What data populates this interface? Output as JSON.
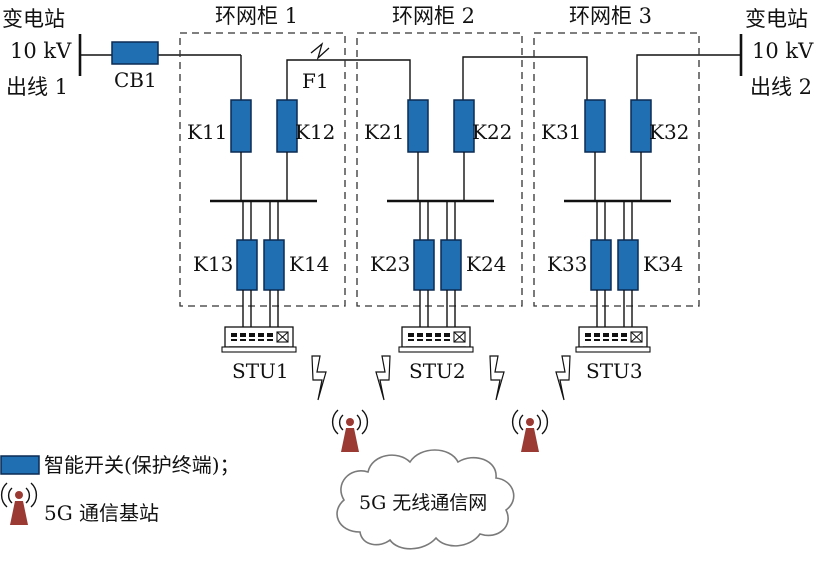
{
  "colors": {
    "switch_fill": "#1f6fb2",
    "switch_stroke": "#0c2c54",
    "antenna": "#9b3a33",
    "line": "#111111"
  },
  "substations": {
    "left": {
      "line1": "变电站",
      "line2": "10 kV",
      "line3": "出线 1"
    },
    "right": {
      "line1": "变电站",
      "line2": "10 kV",
      "line3": "出线 2"
    }
  },
  "breaker": {
    "label": "CB1"
  },
  "fault": {
    "label": "F1"
  },
  "ring_units": [
    {
      "title": "环网柜 1",
      "switches": [
        "K11",
        "K12",
        "K13",
        "K14"
      ],
      "stu": "STU1"
    },
    {
      "title": "环网柜 2",
      "switches": [
        "K21",
        "K22",
        "K23",
        "K24"
      ],
      "stu": "STU2"
    },
    {
      "title": "环网柜 3",
      "switches": [
        "K31",
        "K32",
        "K33",
        "K34"
      ],
      "stu": "STU3"
    }
  ],
  "network": {
    "label": "5G 无线通信网"
  },
  "legend": {
    "switch": "智能开关(保护终端)；",
    "base_station": "5G 通信基站"
  },
  "icons": {
    "switch": "smart-switch-icon",
    "stu": "stu-terminal-icon",
    "lightning": "lightning-icon",
    "antenna": "5g-antenna-icon",
    "cloud": "cloud-icon"
  }
}
